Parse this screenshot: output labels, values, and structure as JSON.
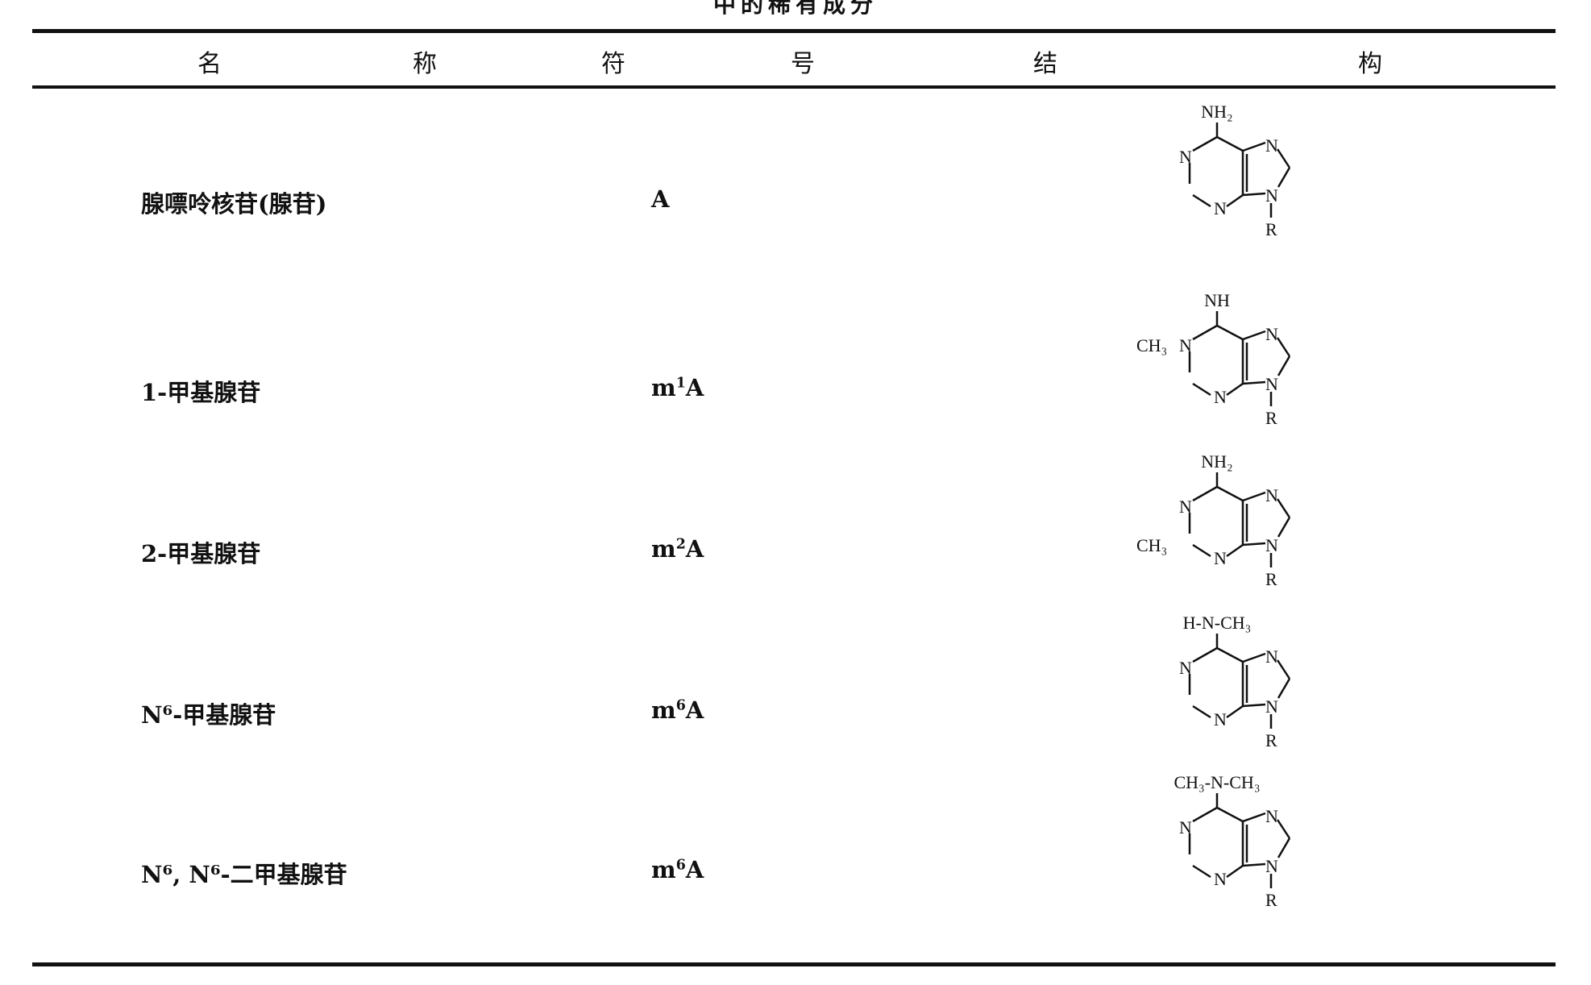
{
  "table_title": "中的稀有成分",
  "headers": {
    "name": [
      "名",
      "称"
    ],
    "symbol": [
      "符",
      "号"
    ],
    "structure": [
      "结",
      "构"
    ]
  },
  "rows": [
    {
      "name": "腺嘌呤核苷(腺苷)",
      "symbol_base": "",
      "symbol_sup": "",
      "symbol_tail": "A",
      "top_group": "NH₂",
      "n1_group": "",
      "c2_group": "",
      "r": "R"
    },
    {
      "name": "1-甲基腺苷",
      "symbol_base": "m",
      "symbol_sup": "1",
      "symbol_tail": "A",
      "top_group": "NH",
      "n1_group": "CH₃",
      "c2_group": "",
      "r": "R"
    },
    {
      "name": "2-甲基腺苷",
      "symbol_base": "m",
      "symbol_sup": "2",
      "symbol_tail": "A",
      "top_group": "NH₂",
      "n1_group": "",
      "c2_group": "CH₃",
      "r": "R"
    },
    {
      "name": "N⁶-甲基腺苷",
      "symbol_base": "m",
      "symbol_sup": "6",
      "symbol_tail": "A",
      "top_group": "H-N-CH₃",
      "n1_group": "",
      "c2_group": "",
      "r": "R"
    },
    {
      "name": "N⁶, N⁶-二甲基腺苷",
      "symbol_base": "m",
      "symbol_sup": "6",
      "symbol_tail": "A",
      "top_group": "CH₃-N-CH₃",
      "n1_group": "",
      "c2_group": "",
      "r": "R"
    }
  ]
}
